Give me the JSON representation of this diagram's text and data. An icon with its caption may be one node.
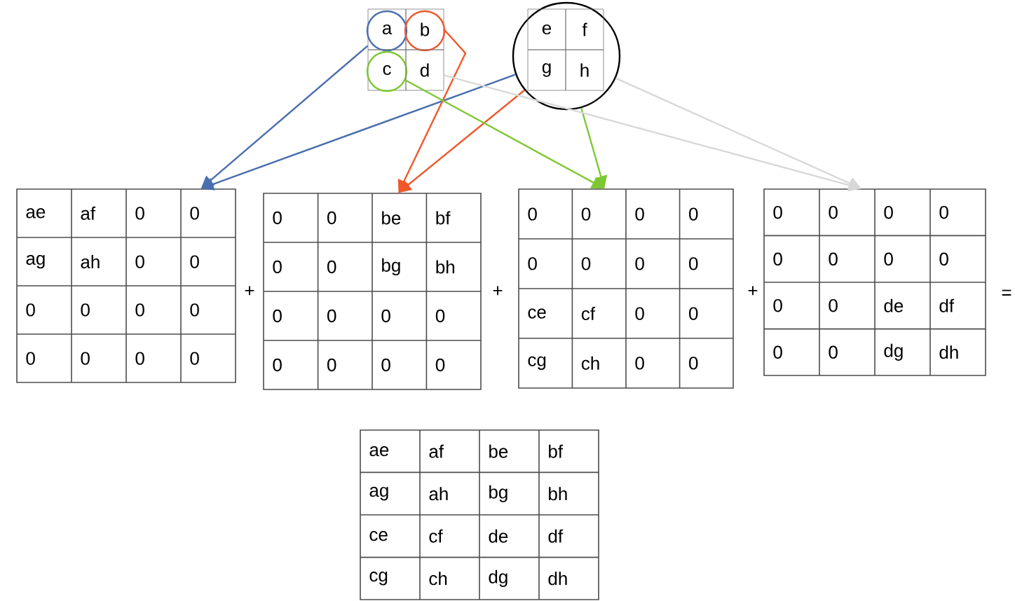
{
  "diagram": {
    "nodes": [
      {
        "text": [
          "a"
        ]
      },
      {
        "text": [
          "b"
        ]
      },
      {
        "text": [
          "c"
        ]
      },
      {
        "text": [
          "d"
        ]
      },
      {
        "text": [],
        "shape": "circle"
      },
      {
        "text": [
          "e"
        ],
        "in": 4
      },
      {
        "text": [
          "f"
        ],
        "in": 4
      },
      {
        "text": [
          "g"
        ],
        "in": 4
      },
      {
        "text": [
          "h"
        ],
        "in": 4
      },
      {
        "text": [
          "ae",
          "af",
          "0",
          "0",
          "ag",
          "ah",
          "0",
          "0",
          "0",
          "0",
          "0",
          "0",
          "0",
          "0",
          "0",
          "0"
        ]
      },
      {
        "text": [
          "0",
          "0",
          "be",
          "bf",
          "0",
          "0",
          "bg",
          "bh",
          "0",
          "0",
          "0",
          "0",
          "0",
          "0",
          "0",
          "0"
        ]
      },
      {
        "text": [
          "0",
          "0",
          "0",
          "0",
          "0",
          "0",
          "0",
          "0",
          "ce",
          "cf",
          "0",
          "0",
          "cg",
          "ch",
          "0",
          "0"
        ]
      },
      {
        "text": [
          "0",
          "0",
          "0",
          "0",
          "0",
          "0",
          "0",
          "0",
          "0",
          "0",
          "de",
          "df",
          "0",
          "0",
          "dg",
          "dh"
        ]
      },
      {
        "text": [
          "ae",
          "af",
          "be",
          "bf",
          "ag",
          "ah",
          "bg",
          "bh",
          "ce",
          "cf",
          "de",
          "df",
          "cg",
          "ch",
          "dg",
          "dh"
        ]
      }
    ],
    "edges": [
      {
        "from": 0,
        "to": 9,
        "arrow": "to",
        "color": "#4a6fae"
      },
      {
        "from": 4,
        "to": 9,
        "arrow": "to",
        "color": "#4a6fae"
      },
      {
        "from": 1,
        "to": 10,
        "arrow": "to",
        "color": "#f0582b"
      },
      {
        "from": 4,
        "to": 10,
        "arrow": "to",
        "color": "#f0582b"
      },
      {
        "from": 2,
        "to": 11,
        "arrow": "to",
        "color": "#7dc832"
      },
      {
        "from": 4,
        "to": 11,
        "arrow": "to",
        "color": "#7dc832"
      },
      {
        "from": 3,
        "to": 12,
        "arrow": "to",
        "color": "#d8d8d8"
      },
      {
        "from": 4,
        "to": 12,
        "arrow": "to",
        "color": "#d8d8d8"
      }
    ],
    "labels": [
      "+",
      "+",
      "+",
      "="
    ]
  }
}
